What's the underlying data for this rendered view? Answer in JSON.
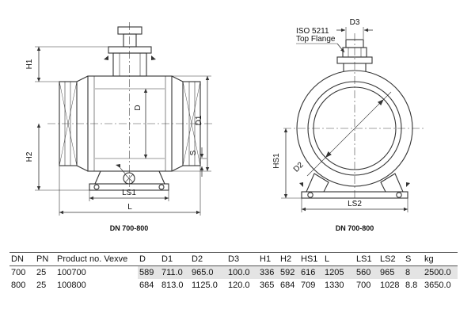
{
  "drawing": {
    "left_view": {
      "caption": "DN 700-800",
      "dims": {
        "H1": "H1",
        "H2": "H2",
        "D": "D",
        "D1": "D1",
        "S": "S",
        "L": "L",
        "LS1": "LS1"
      }
    },
    "right_view": {
      "caption": "DN 700-800",
      "annotation": {
        "line1": "ISO 5211",
        "line2": "Top Flange"
      },
      "dims": {
        "D3": "D3",
        "D2": "D2",
        "HS1": "HS1",
        "LS2": "LS2"
      }
    }
  },
  "table": {
    "headers": [
      "DN",
      "PN",
      "Product no. Vexve",
      "D",
      "D1",
      "D2",
      "D3",
      "H1",
      "H2",
      "HS1",
      "L",
      "LS1",
      "LS2",
      "S",
      "kg"
    ],
    "rows": [
      [
        "700",
        "25",
        "100700",
        "589",
        "711.0",
        "965.0",
        "100.0",
        "336",
        "592",
        "616",
        "1205",
        "560",
        "965",
        "8",
        "2500.0"
      ],
      [
        "800",
        "25",
        "100800",
        "684",
        "813.0",
        "1125.0",
        "120.0",
        "365",
        "684",
        "709",
        "1330",
        "700",
        "1028",
        "8.8",
        "3650.0"
      ]
    ],
    "shading": {
      "row_index": 0,
      "from_col": 3,
      "color": "#e4e4e4"
    }
  },
  "colors": {
    "line": "#333333",
    "text": "#111111"
  }
}
